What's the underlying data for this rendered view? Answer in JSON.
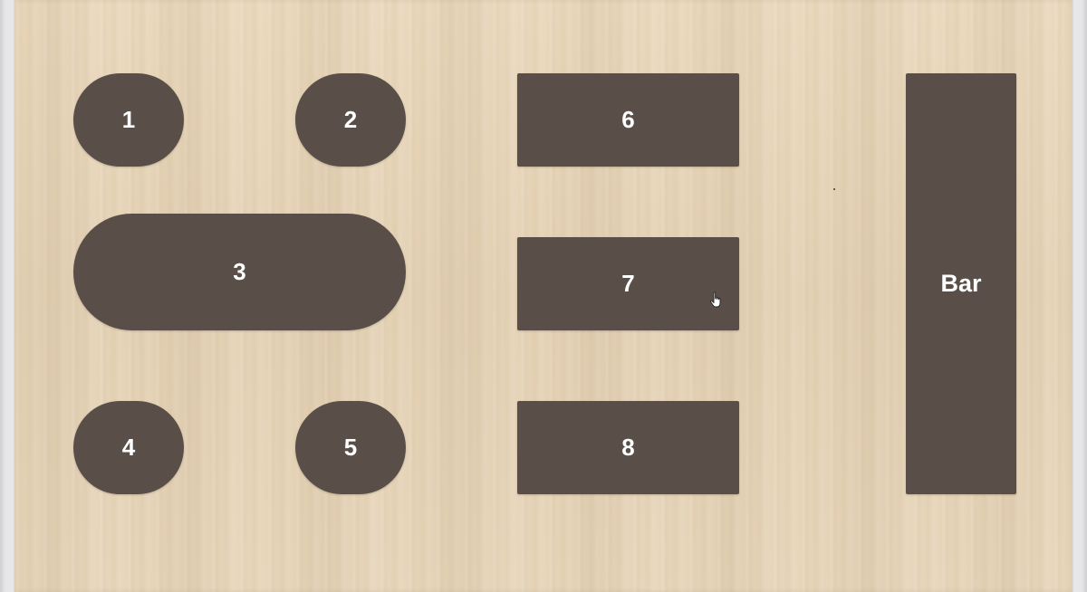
{
  "floor_plan": {
    "tables": [
      {
        "id": "t1",
        "label": "1",
        "shape": "rounded"
      },
      {
        "id": "t2",
        "label": "2",
        "shape": "rounded"
      },
      {
        "id": "t3",
        "label": "3",
        "shape": "pill"
      },
      {
        "id": "t4",
        "label": "4",
        "shape": "rounded"
      },
      {
        "id": "t5",
        "label": "5",
        "shape": "rounded"
      },
      {
        "id": "t6",
        "label": "6",
        "shape": "rectangle"
      },
      {
        "id": "t7",
        "label": "7",
        "shape": "rectangle"
      },
      {
        "id": "t8",
        "label": "8",
        "shape": "rectangle"
      }
    ],
    "bar": {
      "label": "Bar",
      "shape": "rectangle"
    }
  },
  "colors": {
    "table_fill": "#594f48",
    "label_text": "#ffffff",
    "floor": "#e6d3b6"
  },
  "cursor": {
    "icon": "hand-pointer-icon"
  }
}
